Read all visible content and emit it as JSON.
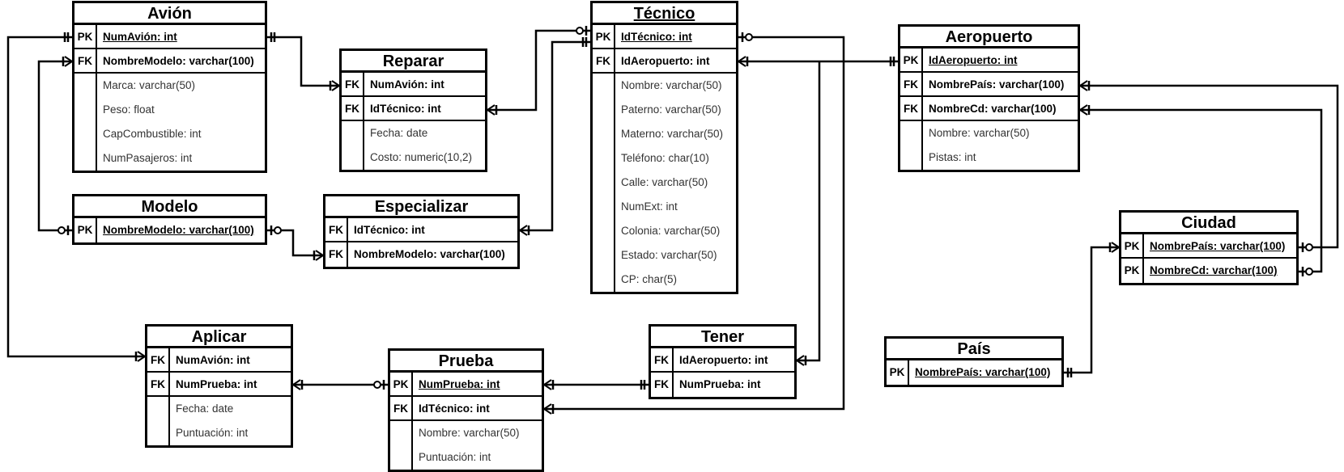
{
  "entities": {
    "avion": {
      "title": "Avión",
      "rows": [
        {
          "key": "PK",
          "label": "NumAvión: int"
        },
        {
          "key": "FK",
          "label": "NombreModelo: varchar(100)"
        },
        {
          "key": "",
          "label": "Marca: varchar(50)"
        },
        {
          "key": "",
          "label": "Peso: float"
        },
        {
          "key": "",
          "label": "CapCombustible: int"
        },
        {
          "key": "",
          "label": "NumPasajeros: int"
        }
      ]
    },
    "reparar": {
      "title": "Reparar",
      "rows": [
        {
          "key": "FK",
          "label": "NumAvión: int"
        },
        {
          "key": "FK",
          "label": "IdTécnico: int"
        },
        {
          "key": "",
          "label": "Fecha: date"
        },
        {
          "key": "",
          "label": "Costo: numeric(10,2)"
        }
      ]
    },
    "tecnico": {
      "title": "Técnico",
      "rows": [
        {
          "key": "PK",
          "label": "IdTécnico: int"
        },
        {
          "key": "FK",
          "label": "IdAeropuerto: int"
        },
        {
          "key": "",
          "label": "Nombre: varchar(50)"
        },
        {
          "key": "",
          "label": "Paterno: varchar(50)"
        },
        {
          "key": "",
          "label": "Materno: varchar(50)"
        },
        {
          "key": "",
          "label": "Teléfono: char(10)"
        },
        {
          "key": "",
          "label": "Calle: varchar(50)"
        },
        {
          "key": "",
          "label": "NumExt: int"
        },
        {
          "key": "",
          "label": "Colonia: varchar(50)"
        },
        {
          "key": "",
          "label": "Estado: varchar(50)"
        },
        {
          "key": "",
          "label": "CP: char(5)"
        }
      ]
    },
    "aeropuerto": {
      "title": "Aeropuerto",
      "rows": [
        {
          "key": "PK",
          "label": "IdAeropuerto: int"
        },
        {
          "key": "FK",
          "label": "NombrePaís: varchar(100)"
        },
        {
          "key": "FK",
          "label": "NombreCd: varchar(100)"
        },
        {
          "key": "",
          "label": "Nombre: varchar(50)"
        },
        {
          "key": "",
          "label": "Pistas: int"
        }
      ]
    },
    "modelo": {
      "title": "Modelo",
      "rows": [
        {
          "key": "PK",
          "label": "NombreModelo: varchar(100)"
        }
      ]
    },
    "especializar": {
      "title": "Especializar",
      "rows": [
        {
          "key": "FK",
          "label": "IdTécnico: int"
        },
        {
          "key": "FK",
          "label": "NombreModelo: varchar(100)"
        }
      ]
    },
    "ciudad": {
      "title": "Ciudad",
      "rows": [
        {
          "key": "PK",
          "label": "NombrePaís: varchar(100)"
        },
        {
          "key": "PK",
          "label": "NombreCd: varchar(100)"
        }
      ]
    },
    "aplicar": {
      "title": "Aplicar",
      "rows": [
        {
          "key": "FK",
          "label": "NumAvión: int"
        },
        {
          "key": "FK",
          "label": "NumPrueba: int"
        },
        {
          "key": "",
          "label": "Fecha: date"
        },
        {
          "key": "",
          "label": "Puntuación: int"
        }
      ]
    },
    "tener": {
      "title": "Tener",
      "rows": [
        {
          "key": "FK",
          "label": "IdAeropuerto: int"
        },
        {
          "key": "FK",
          "label": "NumPrueba: int"
        }
      ]
    },
    "prueba": {
      "title": "Prueba",
      "rows": [
        {
          "key": "PK",
          "label": "NumPrueba: int"
        },
        {
          "key": "FK",
          "label": "IdTécnico: int"
        },
        {
          "key": "",
          "label": "Nombre: varchar(50)"
        },
        {
          "key": "",
          "label": "Puntuación: int"
        }
      ]
    },
    "pais": {
      "title": "País",
      "rows": [
        {
          "key": "PK",
          "label": "NombrePaís: varchar(100)"
        }
      ]
    }
  }
}
